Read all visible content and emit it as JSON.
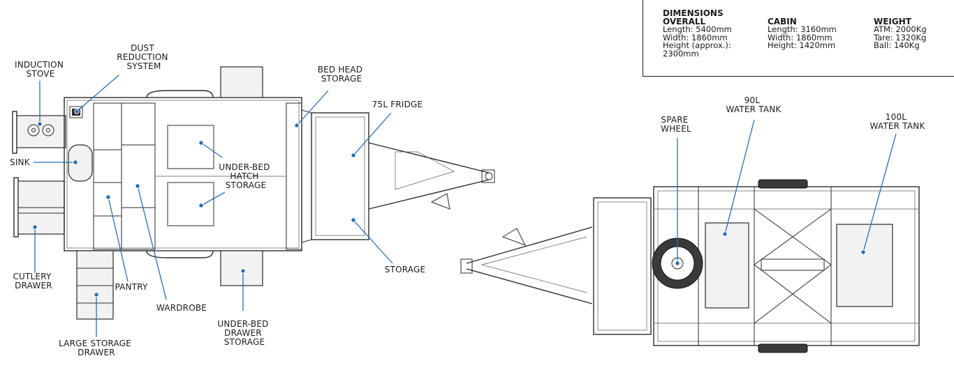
{
  "dimensions": {
    "title": "DIMENSIONS",
    "overall": {
      "heading": "OVERALL",
      "lines": [
        "Length: 5400mm",
        "Width: 1860mm",
        "Height (approx.):",
        "2300mm"
      ]
    },
    "cabin": {
      "heading": "CABIN",
      "lines": [
        "Length: 3160mm",
        "Width: 1860mm",
        "Height: 1420mm"
      ]
    },
    "weight": {
      "heading": "WEIGHT",
      "lines": [
        "ATM: 2000Kg",
        "Tare: 1320Kg",
        "Ball: 140Kg"
      ]
    }
  },
  "labels": {
    "induction_stove": [
      "INDUCTION",
      "STOVE"
    ],
    "dust_reduction": [
      "DUST",
      "REDUCTION",
      "SYSTEM"
    ],
    "bed_head_storage": [
      "BED HEAD",
      "STORAGE"
    ],
    "fridge": [
      "75L FRIDGE"
    ],
    "sink": [
      "SINK"
    ],
    "under_bed_hatch": [
      "UNDER-BED",
      "HATCH",
      "STORAGE"
    ],
    "cutlery_drawer": [
      "CUTLERY",
      "DRAWER"
    ],
    "pantry": [
      "PANTRY"
    ],
    "wardrobe": [
      "WARDROBE"
    ],
    "storage": [
      "STORAGE"
    ],
    "large_storage_drawer": [
      "LARGE STORAGE",
      "DRAWER"
    ],
    "under_bed_drawer": [
      "UNDER-BED",
      "DRAWER",
      "STORAGE"
    ],
    "spare_wheel": [
      "SPARE",
      "WHEEL"
    ],
    "water_tank_90": [
      "90L",
      "WATER TANK"
    ],
    "water_tank_100": [
      "100L",
      "WATER TANK"
    ]
  },
  "colors": {
    "leader": "#2b6cb0",
    "outline": "#2a2a2a"
  }
}
